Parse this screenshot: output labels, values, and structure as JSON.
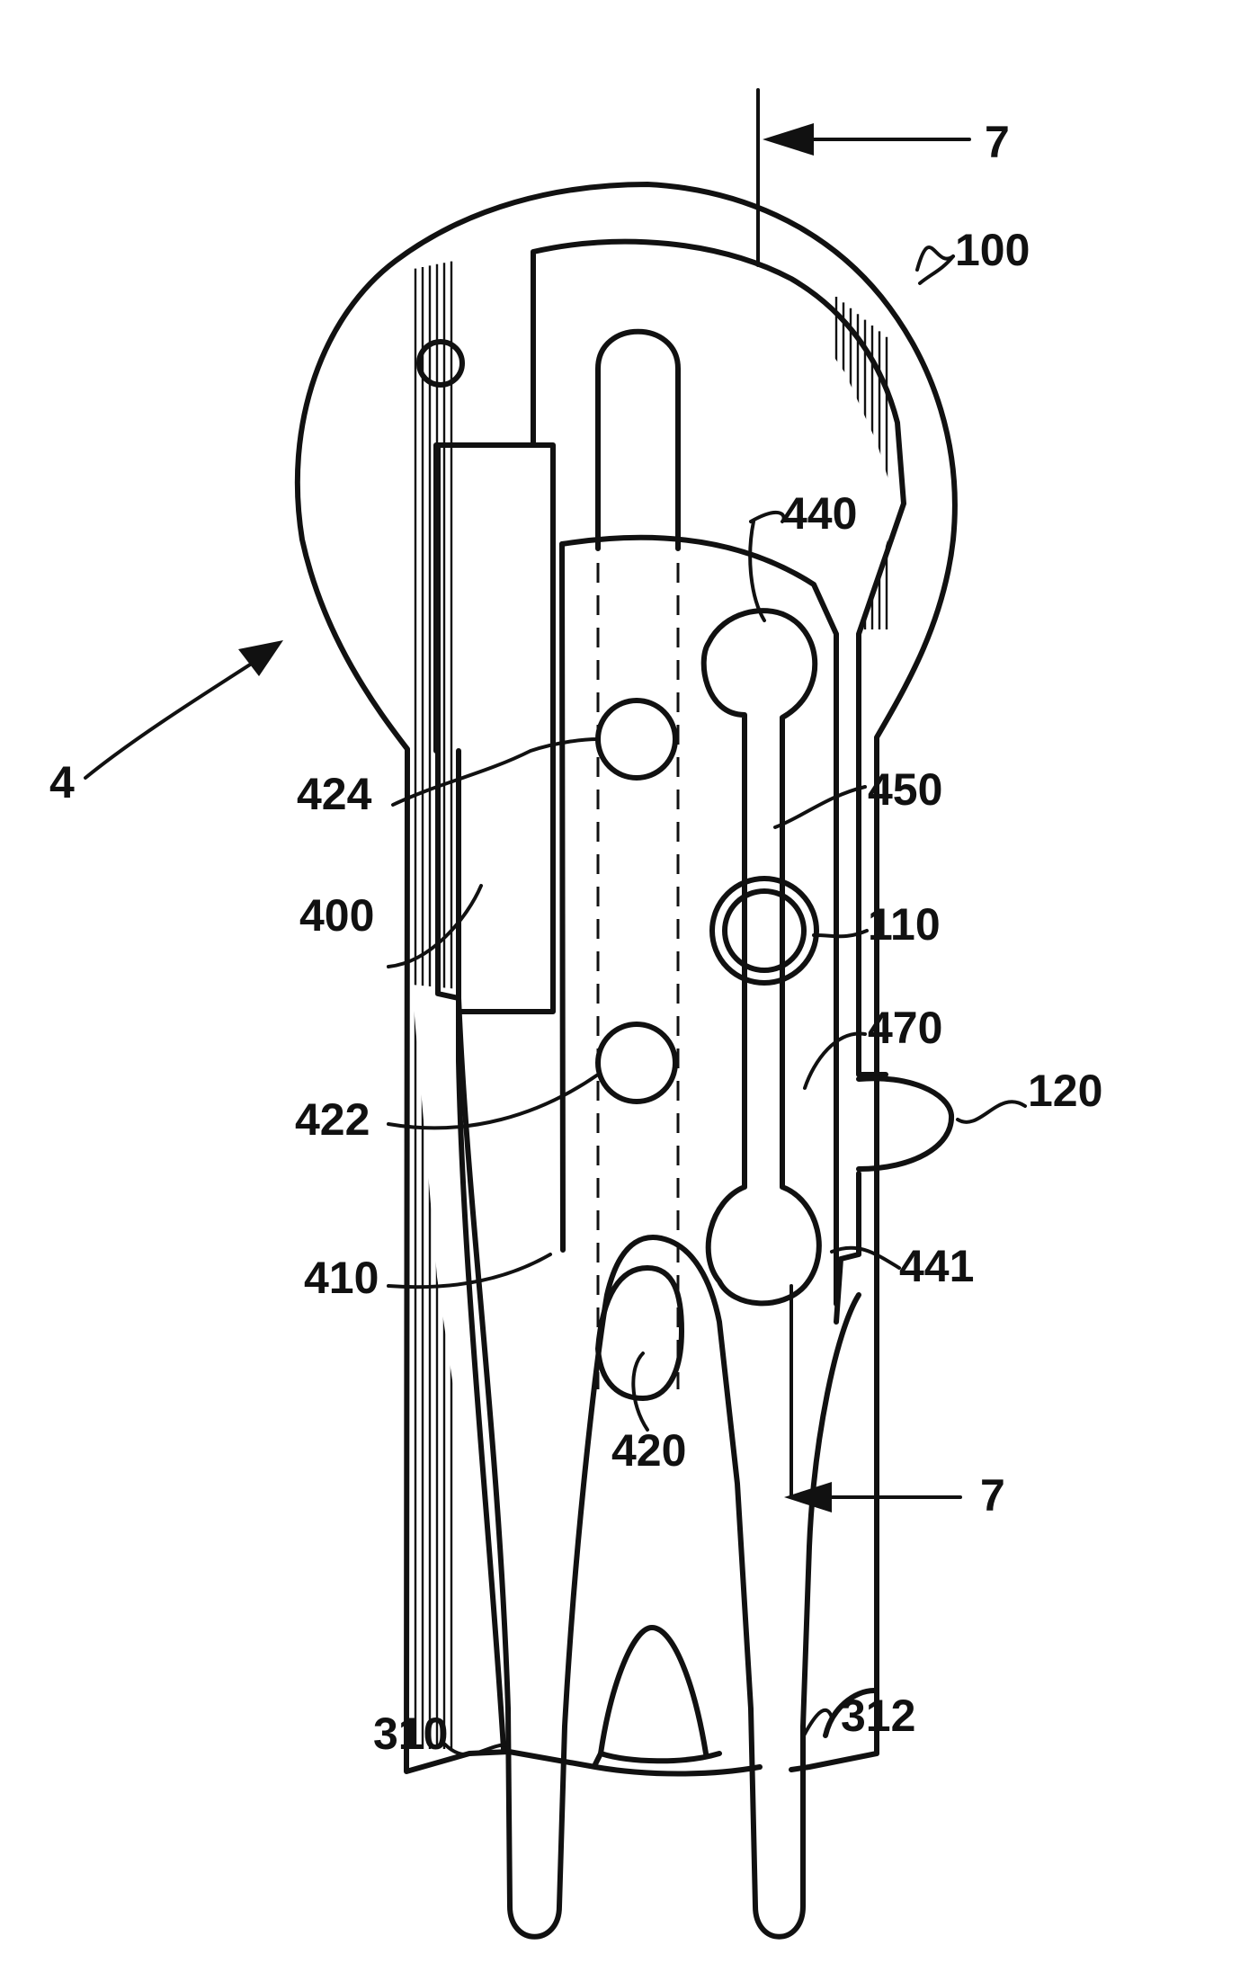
{
  "figure": {
    "labels": {
      "ref_4": "4",
      "ref_7_top": "7",
      "ref_7_bottom": "7",
      "ref_100": "100",
      "ref_110": "110",
      "ref_120": "120",
      "ref_310": "310",
      "ref_312": "312",
      "ref_400": "400",
      "ref_410": "410",
      "ref_420": "420",
      "ref_422": "422",
      "ref_424": "424",
      "ref_440": "440",
      "ref_441": "441",
      "ref_450": "450",
      "ref_470": "470"
    },
    "colors": {
      "ink": "#111111",
      "paper": "#ffffff"
    }
  }
}
